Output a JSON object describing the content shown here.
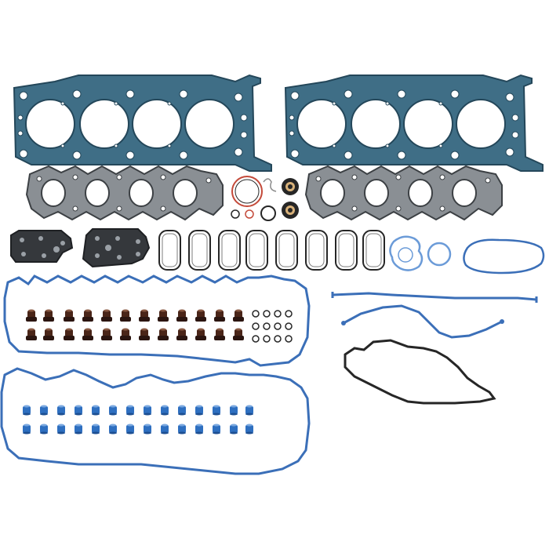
{
  "colors": {
    "background": "#ffffff",
    "head_gasket_fill": "#3f6e86",
    "head_gasket_edge": "#24475a",
    "manifold_fill": "#8a8f94",
    "manifold_edge": "#3c4044",
    "carrier_fill": "#35383c",
    "seal_blue": "#3b6fb8",
    "seal_blue_light": "#6b9bd8",
    "seal_dark": "#262626",
    "stem_seal_brown": "#4a2518",
    "stem_seal_blue": "#2e6fc0",
    "oring_red": "#c44a3a"
  },
  "parts": {
    "head_gaskets": 2,
    "intake_gaskets": 2,
    "thermostat_carriers": 2,
    "rectangular_seals": 8,
    "valve_cover_gaskets": 2,
    "brown_valve_stem_seals": 24,
    "blue_valve_stem_seals": 28,
    "small_orings": 12
  }
}
